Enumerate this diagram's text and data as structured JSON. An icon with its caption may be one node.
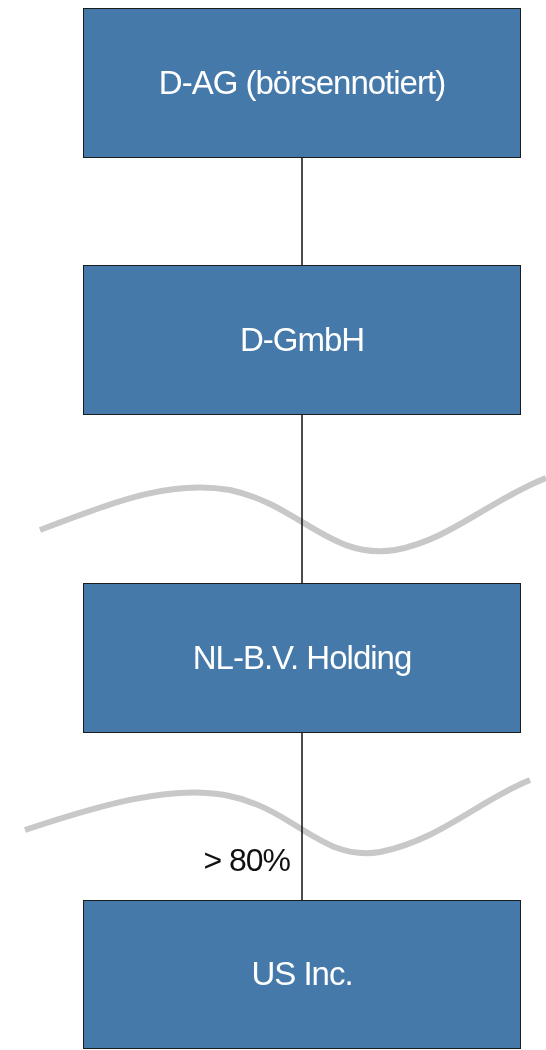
{
  "diagram": {
    "nodes": [
      {
        "text": [
          "D-AG (börsennotiert)"
        ]
      },
      {
        "text": [
          "D-GmbH"
        ]
      },
      {
        "text": [
          "NL-B.V. Holding"
        ]
      },
      {
        "text": [
          "US Inc."
        ]
      }
    ],
    "edges": [
      {
        "from": 0,
        "to": 1,
        "arrow": "none"
      },
      {
        "from": 1,
        "to": 2,
        "arrow": "none"
      },
      {
        "from": 2,
        "to": 3,
        "arrow": "none",
        "label": "> 80%"
      }
    ]
  }
}
